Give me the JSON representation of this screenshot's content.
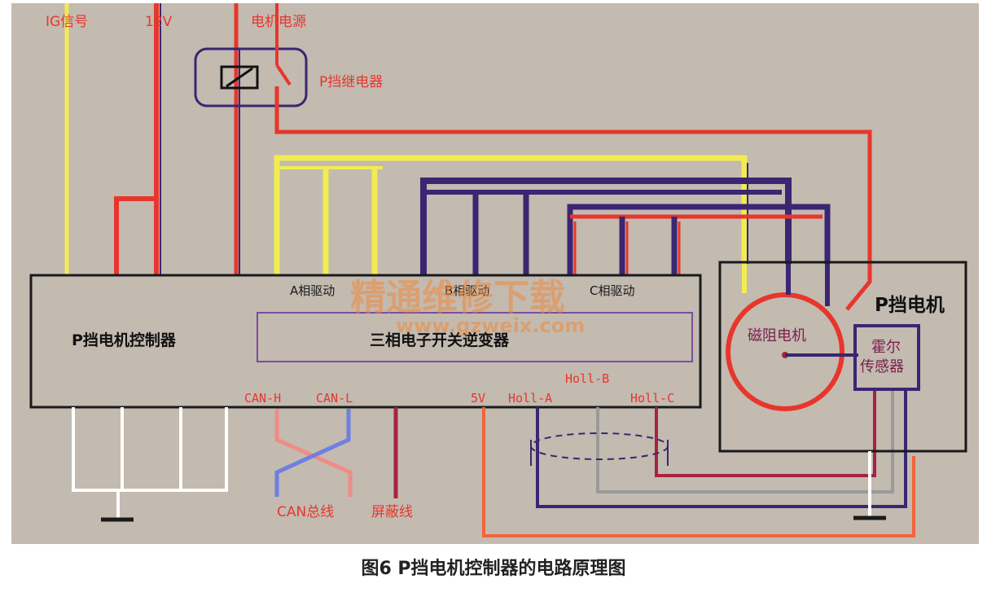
{
  "colors": {
    "background_panel": "#c3bab0",
    "red_wire": "#e8362c",
    "yellow_wire": "#f2ec52",
    "purple_wire": "#3a2672",
    "gray_wire": "#9a9a9a",
    "box_outline": "#1a1a1a",
    "inverter_outline": "#7c4d9c"
  },
  "top_labels": {
    "ig_signal": "IG信号",
    "v12": "12V",
    "motor_power": "电机电源"
  },
  "relay": {
    "label": "P挡继电器"
  },
  "controller": {
    "title": "P挡电机控制器",
    "phase_a": "A相驱动",
    "phase_b": "B相驱动",
    "phase_c": "C相驱动",
    "inverter": "三相电子开关逆变器"
  },
  "motor_unit": {
    "title": "P挡电机",
    "motor": "磁阻电机",
    "hall_sensor_line1": "霍尔",
    "hall_sensor_line2": "传感器"
  },
  "signal_labels": {
    "can_h": "CAN-H",
    "can_l": "CAN-L",
    "v5": "5V",
    "hall_a": "Holl-A",
    "hall_b": "Holl-B",
    "hall_c": "Holl-C",
    "can_bus": "CAN总线",
    "shield_wire": "屏蔽线"
  },
  "watermark": {
    "line1": "精通维修下载",
    "line2": "www.gzweix.com"
  },
  "caption": "图6 P挡电机控制器的电路原理图"
}
